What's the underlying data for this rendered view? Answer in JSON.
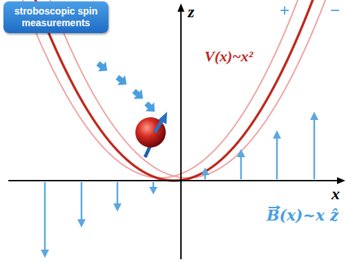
{
  "diagram": {
    "nodes": [
      {
        "text": [
          "stroboscopic spin measurements"
        ]
      }
    ],
    "labels": [
      "+",
      "−",
      "z",
      "V(x)~x²",
      "x",
      "B(x)~x ẑ"
    ]
  }
}
